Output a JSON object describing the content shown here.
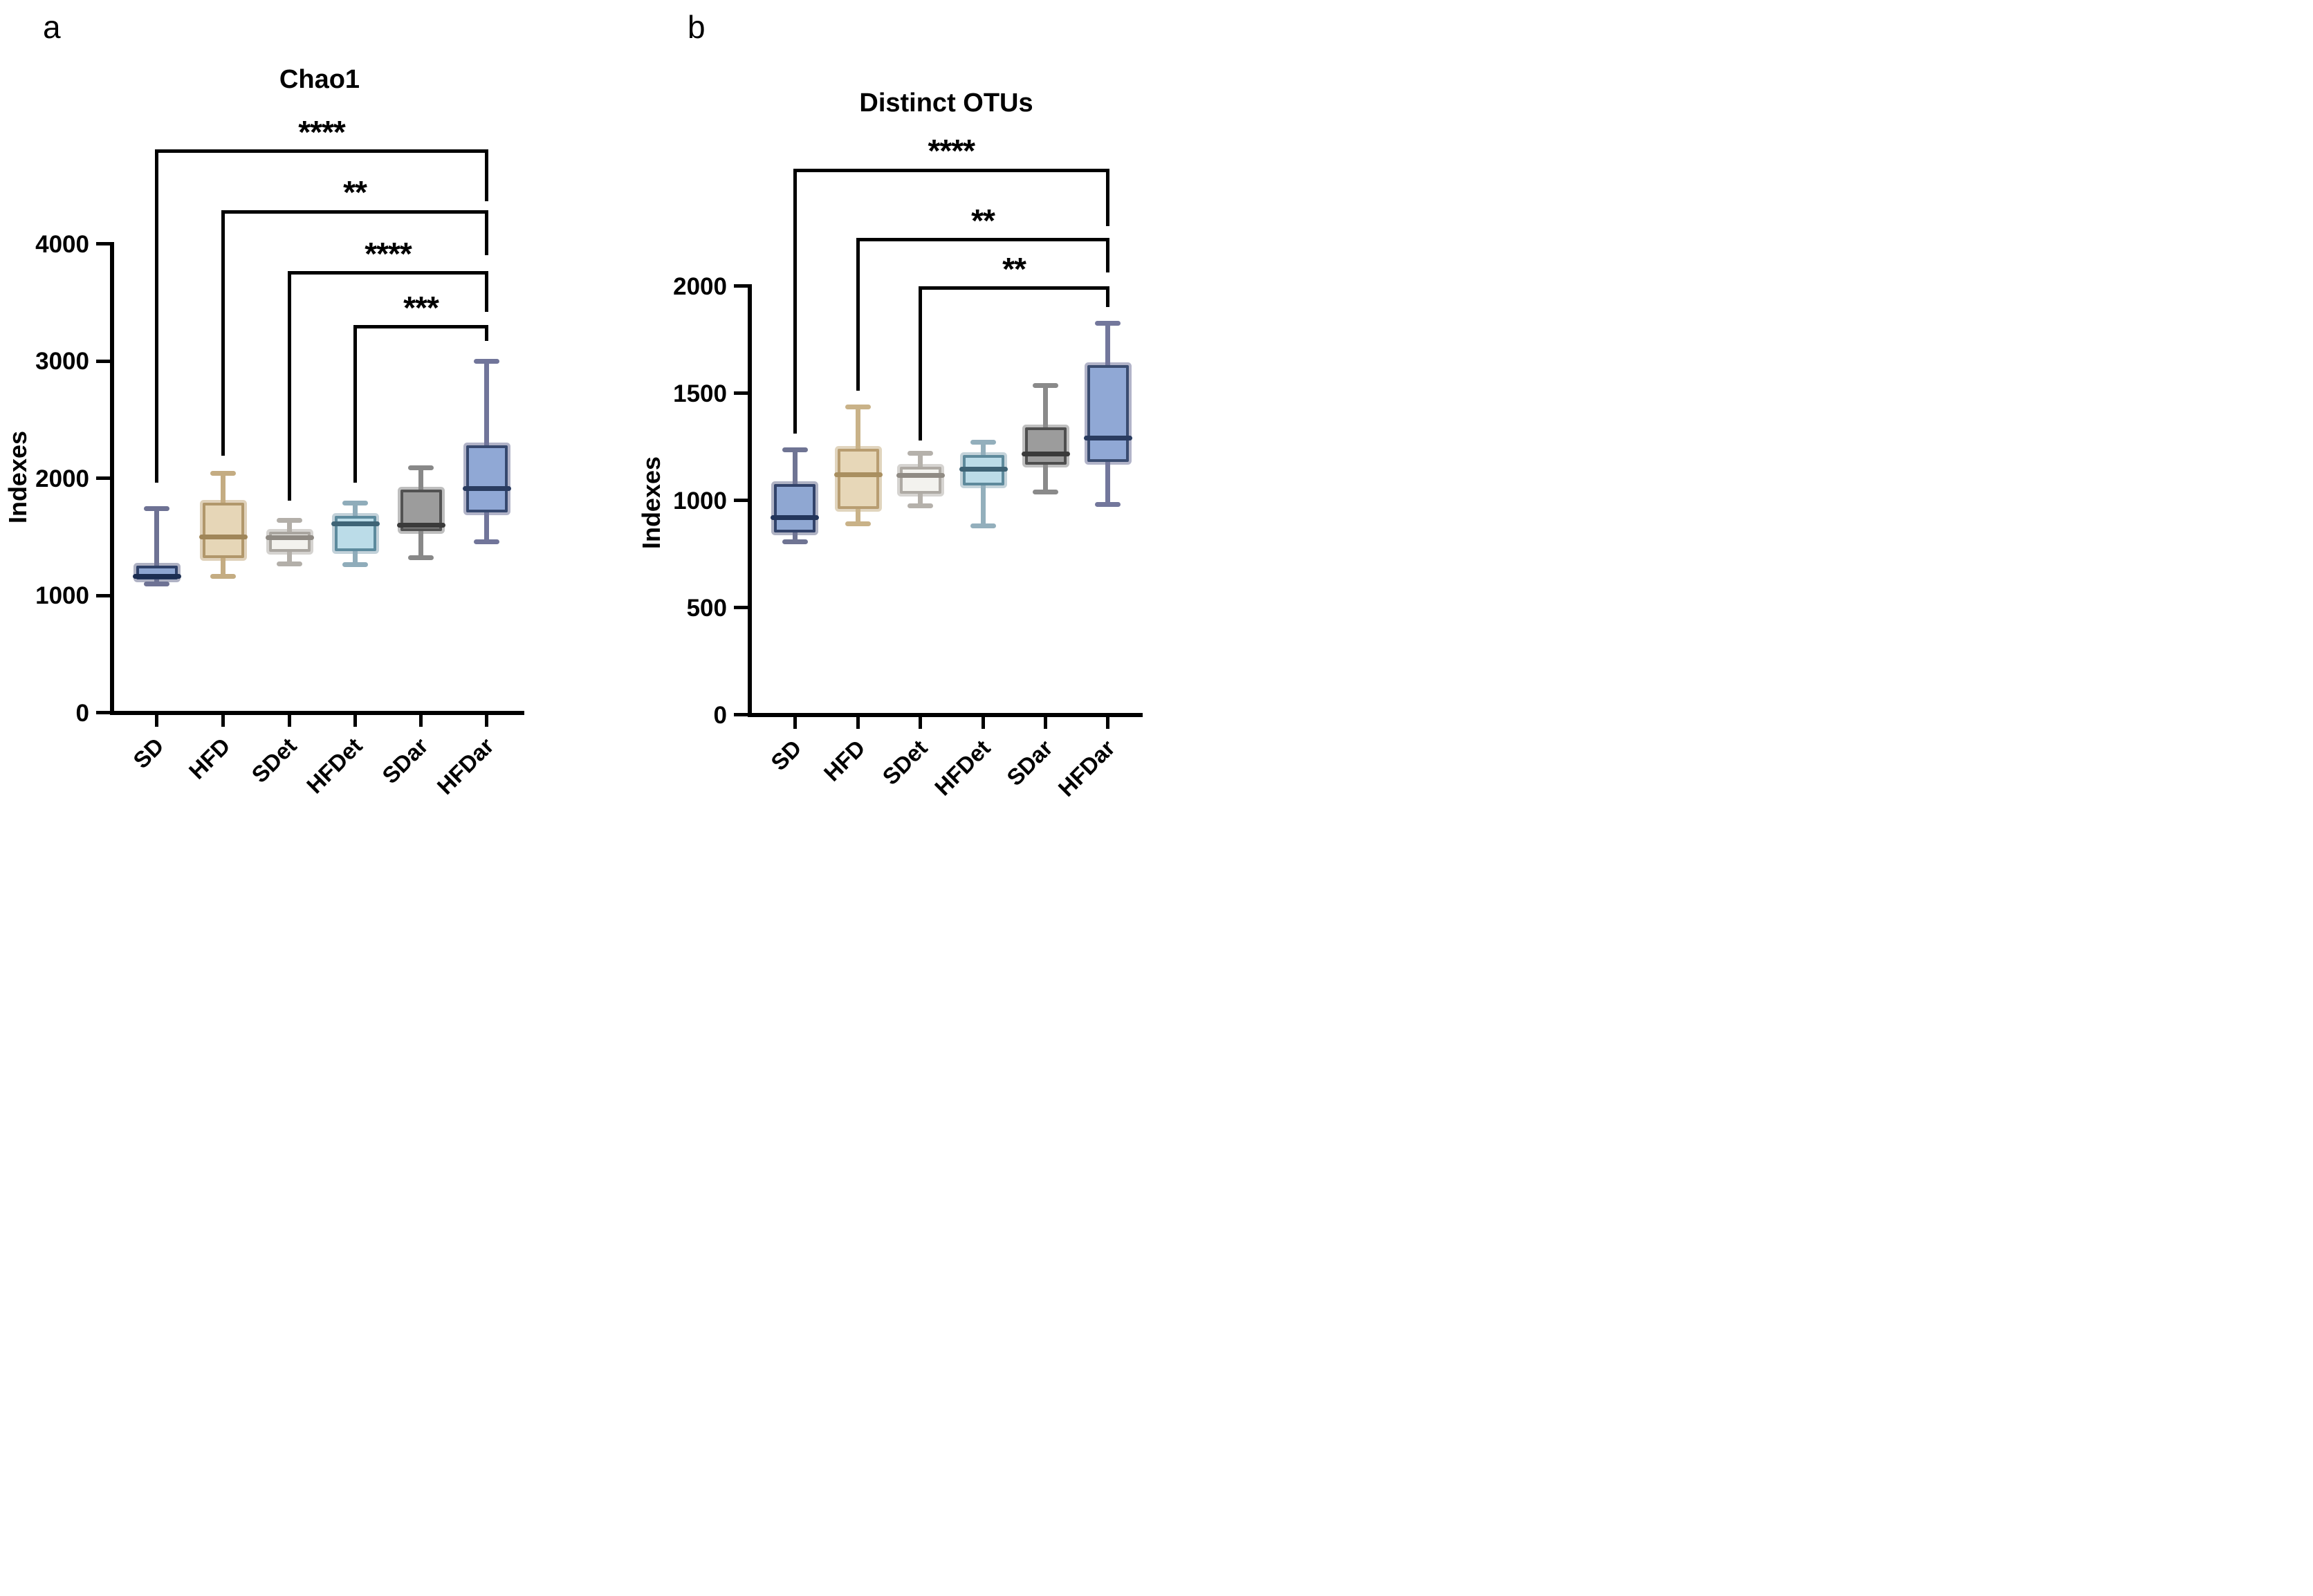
{
  "figure_caption_letters": [
    "a",
    "b"
  ],
  "chart_data": [
    {
      "type": "box",
      "panel_letter": "a",
      "title": "Chao1",
      "ylabel": "Indexes",
      "ylim": [
        0,
        4000
      ],
      "yticks": [
        0,
        1000,
        2000,
        3000,
        4000
      ],
      "categories": [
        "SD",
        "HFD",
        "SDet",
        "HFDet",
        "SDar",
        "HFDar"
      ],
      "series": [
        {
          "name": "SD",
          "min": 1100,
          "q1": 1135,
          "median": 1165,
          "q3": 1255,
          "max": 1740,
          "colors": {
            "fill": "#8DA5D1",
            "border": "#2E4068",
            "whisker": "#6E7294",
            "median": "#1C2E52",
            "halo": "rgba(110,114,148,0.55)"
          }
        },
        {
          "name": "HFD",
          "min": 1160,
          "q1": 1320,
          "median": 1500,
          "q3": 1790,
          "max": 2040,
          "colors": {
            "fill": "#E6D6B7",
            "border": "#B1976B",
            "whisker": "#C4AC82",
            "median": "#A08659",
            "halo": "rgba(196,172,130,0.55)"
          }
        },
        {
          "name": "SDet",
          "min": 1270,
          "q1": 1370,
          "median": 1490,
          "q3": 1540,
          "max": 1640,
          "colors": {
            "fill": "#F3F2EE",
            "border": "#A9A59F",
            "whisker": "#B3AFA9",
            "median": "#8F8A83",
            "halo": "rgba(179,175,169,0.55)"
          }
        },
        {
          "name": "HFDet",
          "min": 1260,
          "q1": 1380,
          "median": 1610,
          "q3": 1680,
          "max": 1790,
          "colors": {
            "fill": "#BBDCE8",
            "border": "#5C8A9D",
            "whisker": "#8FACBA",
            "median": "#3E6476",
            "halo": "rgba(143,172,186,0.55)"
          }
        },
        {
          "name": "SDar",
          "min": 1320,
          "q1": 1550,
          "median": 1600,
          "q3": 1900,
          "max": 2090,
          "colors": {
            "fill": "#9C9C9C",
            "border": "#525252",
            "whisker": "#888888",
            "median": "#3A3A3A",
            "halo": "rgba(136,136,136,0.55)"
          }
        },
        {
          "name": "HFDar",
          "min": 1460,
          "q1": 1710,
          "median": 1910,
          "q3": 2280,
          "max": 3000,
          "colors": {
            "fill": "#90A8D5",
            "border": "#36486E",
            "whisker": "#71759A",
            "median": "#2A3C60",
            "halo": "rgba(113,117,154,0.55)"
          }
        }
      ],
      "significance": [
        {
          "group1": "SD",
          "group2": "HFDar",
          "label": "****",
          "bar_value": 4790,
          "tip1_value": 1960,
          "tip2_value": 4360
        },
        {
          "group1": "HFD",
          "group2": "HFDar",
          "label": "**",
          "bar_value": 4274,
          "tip1_value": 2190,
          "tip2_value": 3900
        },
        {
          "group1": "SDet",
          "group2": "HFDar",
          "label": "****",
          "bar_value": 3752,
          "tip1_value": 1810,
          "tip2_value": 3420
        },
        {
          "group1": "HFDet",
          "group2": "HFDar",
          "label": "***",
          "bar_value": 3292,
          "tip1_value": 1960,
          "tip2_value": 3170
        }
      ]
    },
    {
      "type": "box",
      "panel_letter": "b",
      "title": "Distinct OTUs",
      "ylabel": "Indexes",
      "ylim": [
        0,
        2000
      ],
      "yticks": [
        0,
        500,
        1000,
        1500,
        2000
      ],
      "categories": [
        "SD",
        "HFD",
        "SDet",
        "HFDet",
        "SDar",
        "HFDar"
      ],
      "series": [
        {
          "name": "SD",
          "min": 805,
          "q1": 850,
          "median": 920,
          "q3": 1075,
          "max": 1235,
          "colors": {
            "fill": "#8FA7D2",
            "border": "#32436A",
            "whisker": "#6F7493",
            "median": "#23355B",
            "halo": "rgba(111,116,147,0.55)"
          }
        },
        {
          "name": "HFD",
          "min": 890,
          "q1": 960,
          "median": 1120,
          "q3": 1240,
          "max": 1435,
          "colors": {
            "fill": "#E7D7B8",
            "border": "#B89D71",
            "whisker": "#C9B288",
            "median": "#A98F60",
            "halo": "rgba(201,178,136,0.55)"
          }
        },
        {
          "name": "SDet",
          "min": 975,
          "q1": 1030,
          "median": 1115,
          "q3": 1155,
          "max": 1220,
          "colors": {
            "fill": "#F3F2EE",
            "border": "#AEAAA4",
            "whisker": "#B5B1AB",
            "median": "#908B84",
            "halo": "rgba(181,177,171,0.55)"
          }
        },
        {
          "name": "HFDet",
          "min": 880,
          "q1": 1070,
          "median": 1145,
          "q3": 1210,
          "max": 1270,
          "colors": {
            "fill": "#BCDCE8",
            "border": "#5E8A9C",
            "whisker": "#93AFBC",
            "median": "#3E6375",
            "halo": "rgba(147,175,188,0.55)"
          }
        },
        {
          "name": "SDar",
          "min": 1040,
          "q1": 1165,
          "median": 1215,
          "q3": 1340,
          "max": 1535,
          "colors": {
            "fill": "#9C9C9C",
            "border": "#4F4F4F",
            "whisker": "#8A8A8A",
            "median": "#3A3A3A",
            "halo": "rgba(138,138,138,0.55)"
          }
        },
        {
          "name": "HFDar",
          "min": 980,
          "q1": 1180,
          "median": 1290,
          "q3": 1630,
          "max": 1825,
          "colors": {
            "fill": "#90A8D5",
            "border": "#3A4C70",
            "whisker": "#73779C",
            "median": "#2A3C60",
            "halo": "rgba(115,119,156,0.55)"
          }
        }
      ],
      "significance": [
        {
          "group1": "SD",
          "group2": "HFDar",
          "label": "****",
          "bar_value": 2540,
          "tip1_value": 1310,
          "tip2_value": 2280
        },
        {
          "group1": "HFD",
          "group2": "HFDar",
          "label": "**",
          "bar_value": 2215,
          "tip1_value": 1510,
          "tip2_value": 2063
        },
        {
          "group1": "SDet",
          "group2": "HFDar",
          "label": "**",
          "bar_value": 1990,
          "tip1_value": 1280,
          "tip2_value": 1900
        }
      ]
    }
  ]
}
